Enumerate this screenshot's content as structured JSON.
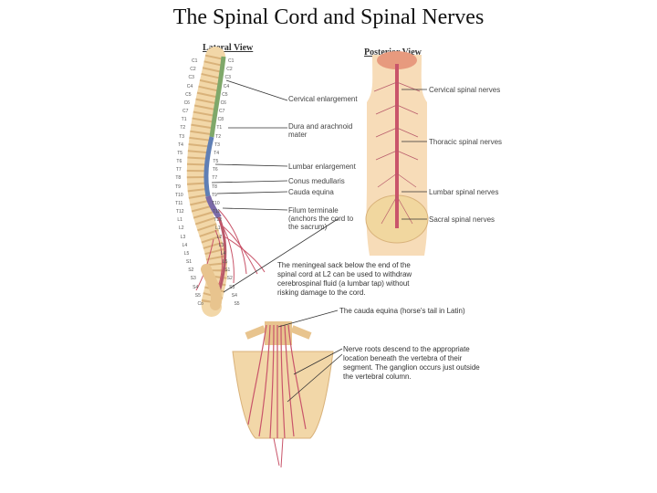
{
  "title": "The Spinal Cord and Spinal Nerves",
  "views": {
    "lateral": "Lateral View",
    "posterior": "Posterior View"
  },
  "lateral_labels": {
    "cervical_enlargement": "Cervical enlargement",
    "dura": "Dura and arachnoid mater",
    "lumbar_enlargement": "Lumbar enlargement",
    "conus": "Conus medullaris",
    "cauda": "Cauda equina",
    "filum": "Filum terminale (anchors the cord to the sacrum)"
  },
  "posterior_labels": {
    "cervical": "Cervical spinal nerves",
    "thoracic": "Thoracic spinal nerves",
    "lumbar": "Lumbar spinal nerves",
    "sacral": "Sacral spinal nerves"
  },
  "notes": {
    "meningeal": "The meningeal sack below the end of the spinal cord at L2 can be used to withdraw cerebrospinal fluid (a lumbar tap) without risking damage to the cord.",
    "cauda_note": "The cauda equina (horse's tail in Latin)",
    "nerve_roots": "Nerve roots descend to the appropriate location beneath the vertebra of their segment. The ganglion occurs just outside the vertebral column."
  },
  "vertebrae": {
    "left": [
      "C1",
      "C2",
      "C3",
      "C4",
      "C5",
      "C6",
      "C7",
      "T1",
      "T2",
      "T3",
      "T4",
      "T5",
      "T6",
      "T7",
      "T8",
      "T9",
      "T10",
      "T11",
      "T12",
      "L1",
      "L2",
      "L3",
      "L4",
      "L5",
      "S1",
      "S2",
      "S3",
      "S4",
      "S5",
      "Co"
    ],
    "right": [
      "C1",
      "C2",
      "C3",
      "C4",
      "C5",
      "C6",
      "C7",
      "C8",
      "T1",
      "T2",
      "T3",
      "T4",
      "T5",
      "T6",
      "T7",
      "T8",
      "T9",
      "T10",
      "T11",
      "T12",
      "L1",
      "L2",
      "L3",
      "L4",
      "L5",
      "S1",
      "S2",
      "S3",
      "S4",
      "S5"
    ]
  },
  "colors": {
    "bone": "#f2d7a8",
    "cord_cervical": "#7fa86a",
    "cord_thoracic": "#5f7fb5",
    "cord_lumbar": "#7b6aa8",
    "cord_sacral": "#b85a6a",
    "nerve": "#c9556a",
    "skin": "#f7dcb8"
  }
}
